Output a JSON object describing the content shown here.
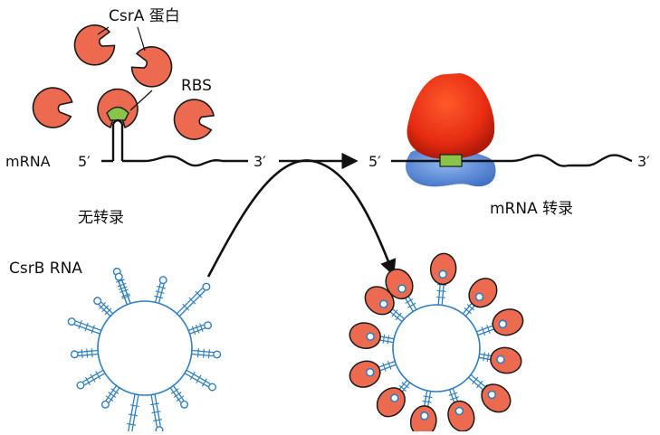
{
  "labels": {
    "csra_protein": "CsrA 蛋白",
    "rbs": "RBS",
    "mrna": "mRNA",
    "five_prime_left": "5′",
    "three_prime_left": "3′",
    "no_transcription": "无转录",
    "five_prime_right": "5′",
    "three_prime_right": "3′",
    "mrna_transcription": "mRNA 转录",
    "csrb_rna": "CsrB RNA"
  },
  "colors": {
    "csra_fill": "#ec6a4f",
    "csra_stroke": "#1a1a1a",
    "rbs_green": "#8bc34a",
    "ribosome_large_top": "#f03a18",
    "ribosome_large_bottom": "#c41e0c",
    "ribosome_small": "#5f8bd6",
    "csrb_blue": "#2f7fc0",
    "line_black": "#111111"
  }
}
